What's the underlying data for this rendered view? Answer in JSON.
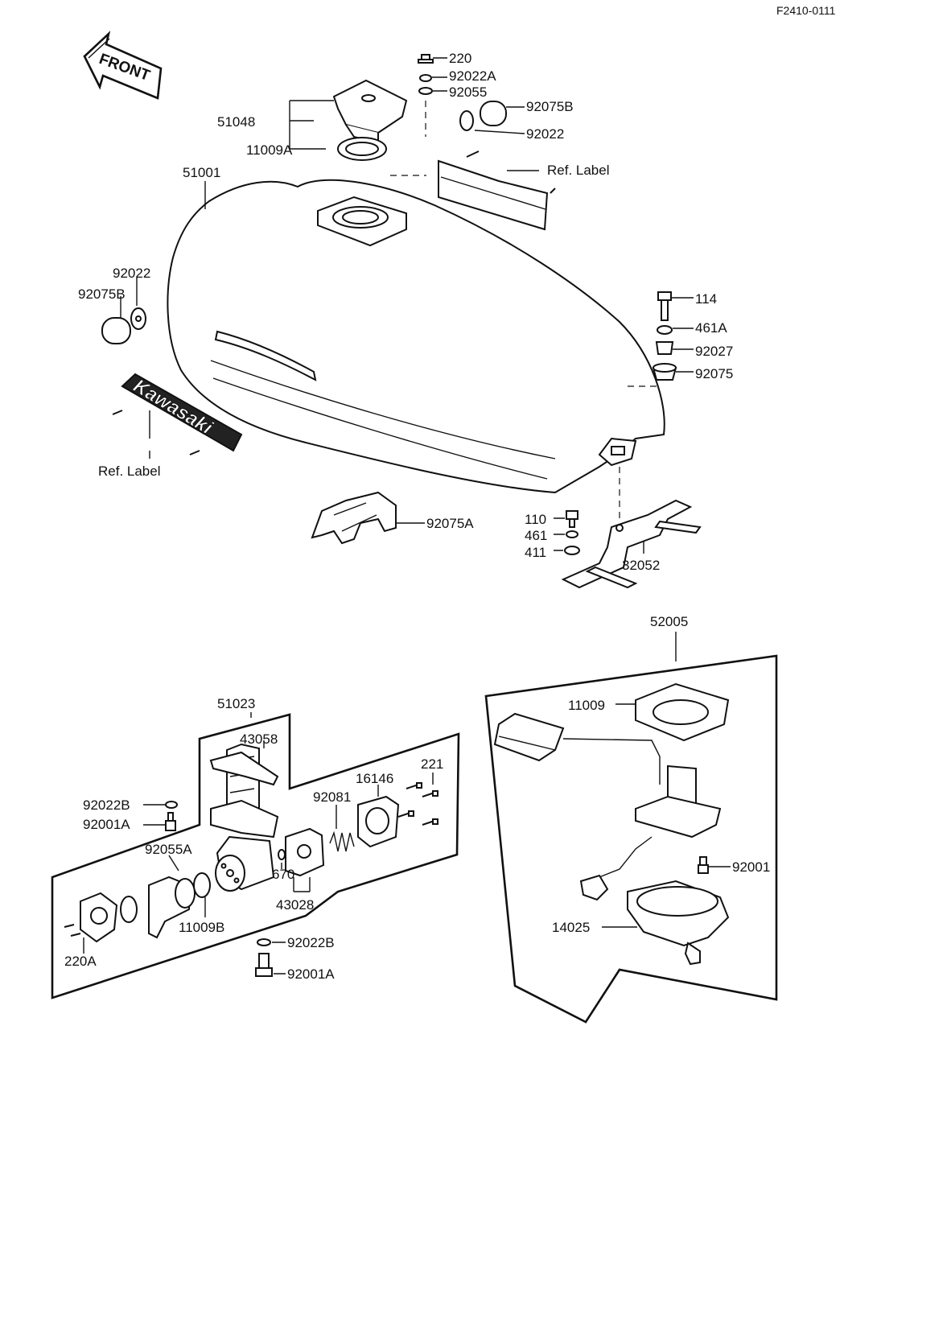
{
  "code": "F2410-0111",
  "front_arrow": "FRONT",
  "emblem": "Kawasaki",
  "labels": {
    "l220": "220",
    "l92022A": "92022A",
    "l92055": "92055",
    "l92075B_top": "92075B",
    "l92022_top": "92022",
    "l51048": "51048",
    "l11009A": "11009A",
    "ref_label_top": "Ref.  Label",
    "l51001": "51001",
    "l92022_left": "92022",
    "l92075B_left": "92075B",
    "ref_label_left": "Ref.  Label",
    "l114": "114",
    "l461A": "461A",
    "l92027": "92027",
    "l92075": "92075",
    "l92075A": "92075A",
    "l110": "110",
    "l461": "461",
    "l411": "411",
    "l32052": "32052",
    "l52005": "52005",
    "l11009": "11009",
    "l92001": "92001",
    "l14025": "14025",
    "l51023": "51023",
    "l43058": "43058",
    "l221": "221",
    "l16146": "16146",
    "l92081": "92081",
    "l92022B_a": "92022B",
    "l92001A_a": "92001A",
    "l92055A": "92055A",
    "l670": "670",
    "l43028": "43028",
    "l11009B": "11009B",
    "l220A": "220A",
    "l92022B_b": "92022B",
    "l92001A_b": "92001A"
  }
}
